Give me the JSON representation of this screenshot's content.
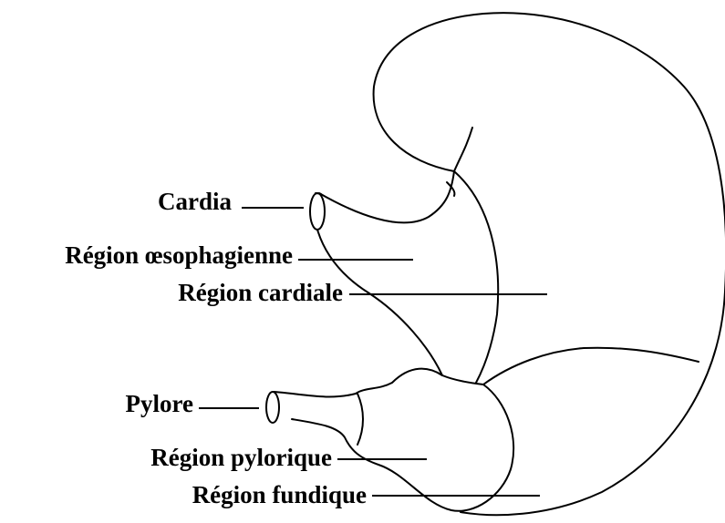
{
  "diagram": {
    "labels": {
      "cardia": "Cardia",
      "region_oesophagienne": "Région œsophagienne",
      "region_cardiale": "Région cardiale",
      "pylore": "Pylore",
      "region_pylorique": "Région pylorique",
      "region_fundique": "Région fundique"
    },
    "colors": {
      "stroke": "#000000",
      "background": "#ffffff",
      "text": "#000000"
    }
  }
}
